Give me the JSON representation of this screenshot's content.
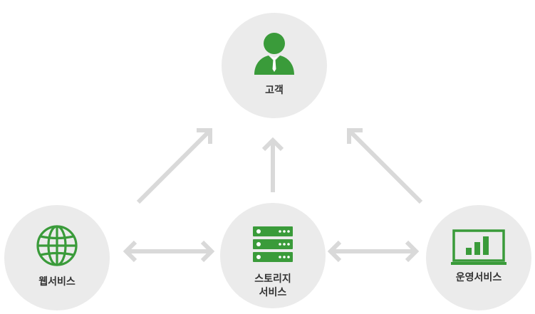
{
  "nodes": {
    "customer": {
      "label": "고객",
      "icon": "person-icon"
    },
    "web": {
      "label": "웹서비스",
      "icon": "globe-icon"
    },
    "storage": {
      "label_line1": "스토리지",
      "label_line2": "서비스",
      "icon": "server-icon"
    },
    "ops": {
      "label": "운영서비스",
      "icon": "monitor-chart-icon"
    }
  },
  "colors": {
    "accent": "#3a9b3a",
    "node_bg": "#ebebeb",
    "arrow": "#d9d9d9",
    "text": "#333333"
  }
}
